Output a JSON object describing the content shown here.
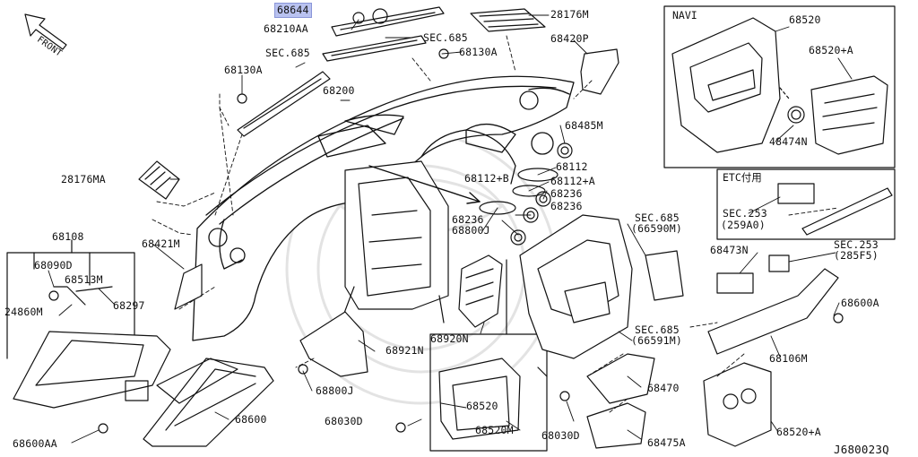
{
  "diagram": {
    "orientation_label": "FRONT",
    "drawing_id": "J680023Q",
    "highlight_color": "#b9c2f0",
    "boxes": {
      "navi_title": "NAVI",
      "etc_title": "ETC付用"
    },
    "part_labels": {
      "p68644": "68644",
      "p68210AA": "68210AA",
      "sec685_a": "SEC.685",
      "sec685_b": "SEC.685",
      "p68130A_a": "68130A",
      "p68130A_b": "68130A",
      "p68200": "68200",
      "p28176M": "28176M",
      "p68420P": "68420P",
      "p68485M": "68485M",
      "p68112": "68112",
      "p68112B": "68112+B",
      "p68112A": "68112+A",
      "p68236_a": "68236",
      "p68236_b": "68236",
      "p68236_c": "68236",
      "p28176MA": "28176MA",
      "p68800J_a": "68800J",
      "p68800J_b": "68800J",
      "p68108": "68108",
      "p68090D": "68090D",
      "p68513M": "68513M",
      "p68297": "68297",
      "p24860M": "24860M",
      "p68421M": "68421M",
      "p68920N": "68920N",
      "p68921N": "68921N",
      "p68600": "68600",
      "p68600AA": "68600AA",
      "p68520_main": "68520",
      "p68520M": "68520M",
      "p68030D_a": "68030D",
      "p68030D_b": "68030D",
      "p68470": "68470",
      "p68475A": "68475A",
      "sec685_c": "SEC.685",
      "sec685_c_sub": "(66590M)",
      "sec685_d": "SEC.685",
      "sec685_d_sub": "(66591M)",
      "p68520_navi": "68520",
      "p68520A_navi": "68520+A",
      "p48474N": "48474N",
      "sec253_a": "SEC.253",
      "sec253_a_sub": "(259A0)",
      "sec253_b": "SEC.253",
      "sec253_b_sub": "(285F5)",
      "p68473N": "68473N",
      "p68600A": "68600A",
      "p68106M": "68106M",
      "p68520A_bottom": "68520+A"
    }
  }
}
